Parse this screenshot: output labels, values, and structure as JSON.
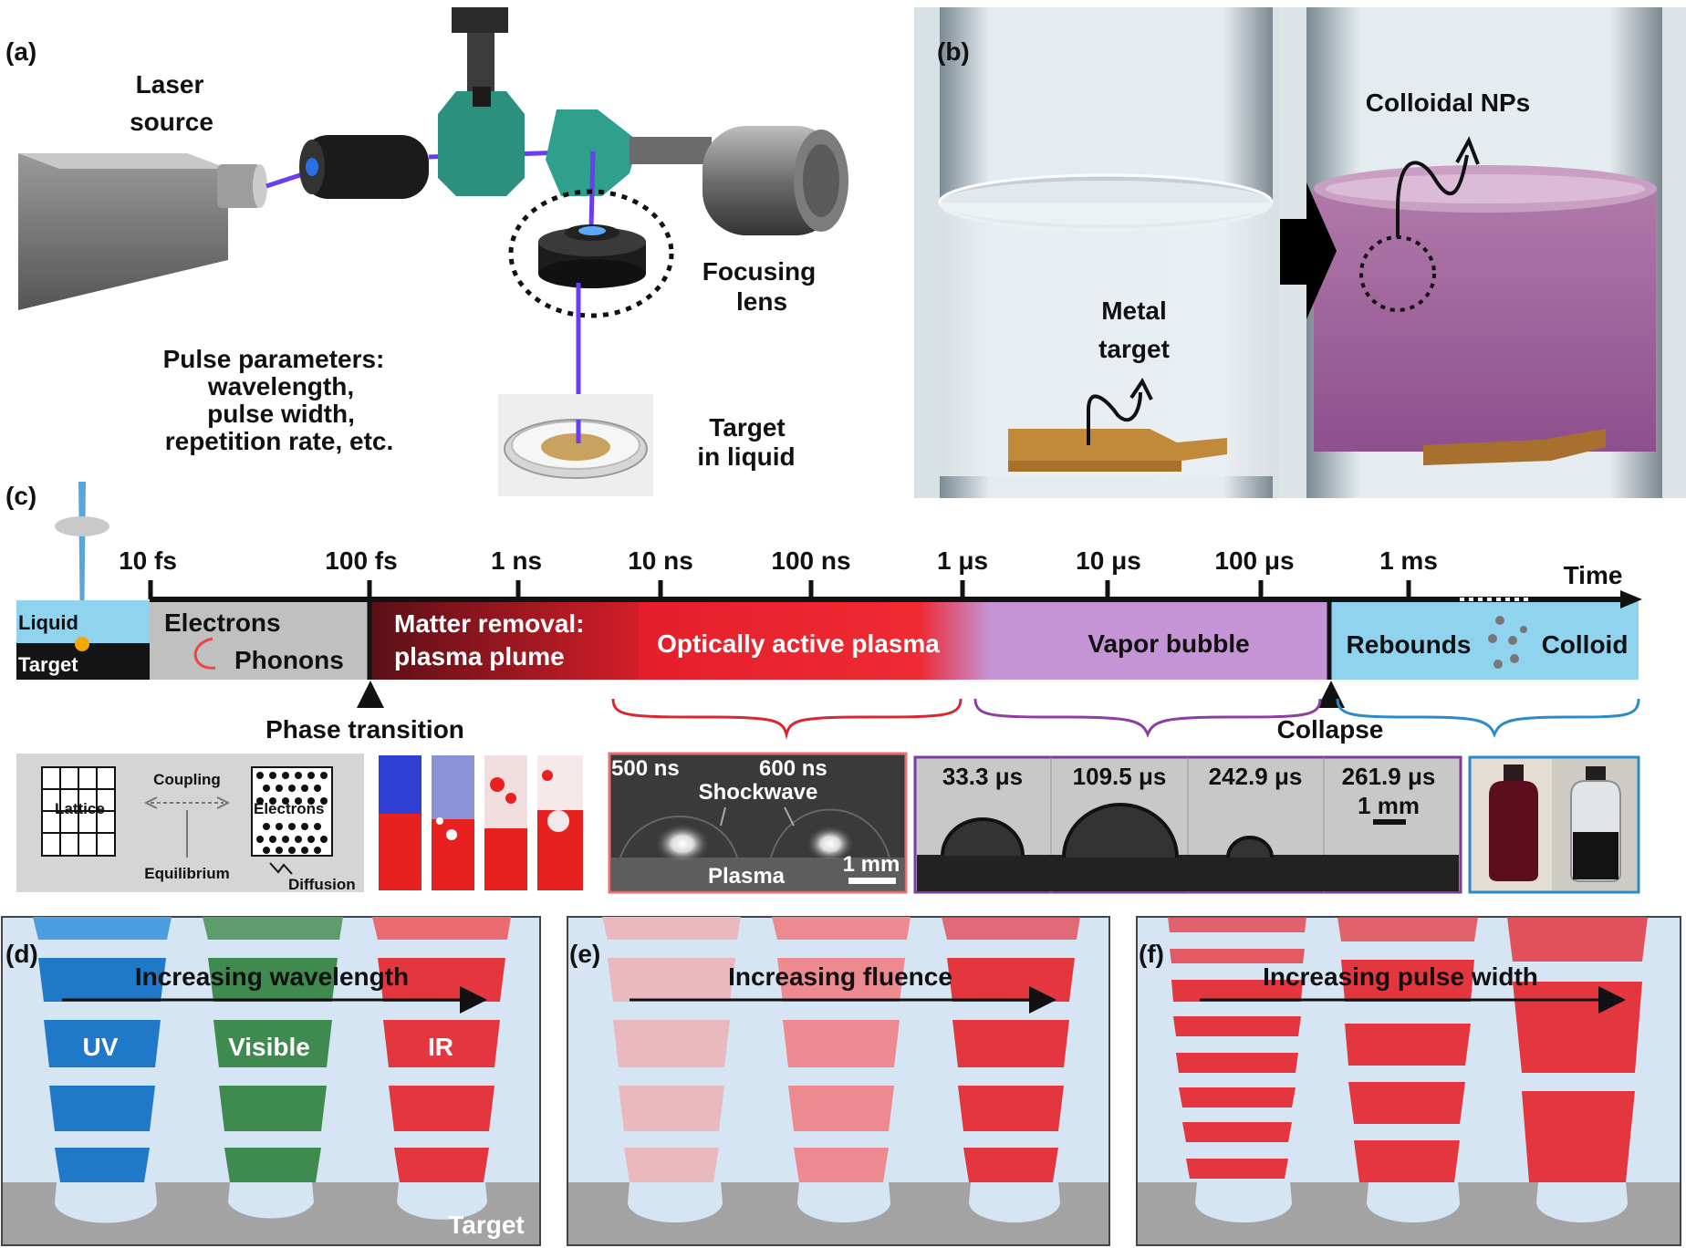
{
  "panel_a": {
    "letter": "(a)",
    "laser_source": [
      "Laser",
      "source"
    ],
    "focusing_lens": [
      "Focusing",
      "lens"
    ],
    "target_in_liquid": [
      "Target",
      "in liquid"
    ],
    "pulse_params": [
      "Pulse parameters:",
      "wavelength,",
      "pulse width,",
      "repetition rate, etc."
    ]
  },
  "panel_b": {
    "letter": "(b)",
    "metal_target": [
      "Metal",
      "target"
    ],
    "colloidal_nps": "Colloidal NPs"
  },
  "panel_c": {
    "letter": "(c)",
    "liquid": "Liquid",
    "target": "Target",
    "time_label": "Time",
    "ticks": [
      "10 fs",
      "100 fs",
      "1 ns",
      "10 ns",
      "100 ns",
      "1 μs",
      "10 μs",
      "100 μs",
      "1 ms"
    ],
    "electrons": "Electrons",
    "phonons": "Phonons",
    "matter_removal": [
      "Matter removal:",
      "plasma plume"
    ],
    "optically_active_plasma": "Optically active plasma",
    "vapor_bubble": "Vapor bubble",
    "rebounds": "Rebounds",
    "colloid": "Colloid",
    "phase_transition": "Phase transition",
    "collapse": "Collapse",
    "inset1": {
      "coupling": "Coupling",
      "lattice": "Lattice",
      "electrons": "Electrons",
      "equilibrium": "Equilibrium",
      "diffusion": "Diffusion"
    },
    "inset3": {
      "t1": "500 ns",
      "t2": "600 ns",
      "shockwave": "Shockwave",
      "plasma": "Plasma",
      "scale": "1 mm"
    },
    "inset4": {
      "times": [
        "33.3 μs",
        "109.5 μs",
        "242.9 μs",
        "261.9 μs"
      ],
      "scale": "1 mm"
    }
  },
  "panel_d": {
    "letter": "(d)",
    "arrow_label": "Increasing wavelength",
    "labels": [
      "UV",
      "Visible",
      "IR"
    ],
    "target": "Target"
  },
  "panel_e": {
    "letter": "(e)",
    "arrow_label": "Increasing fluence"
  },
  "panel_f": {
    "letter": "(f)",
    "arrow_label": "Increasing pulse width"
  },
  "colors": {
    "uv": "#1f78c8",
    "visible": "#3f8a4e",
    "ir": "#e4363f",
    "liquid": "#d5e5f3",
    "target": "#a3a3a3",
    "plasma": "#e8262c",
    "vapor": "#c392d5",
    "rebound": "#8fd3ef",
    "laser": "#6a3df0"
  }
}
